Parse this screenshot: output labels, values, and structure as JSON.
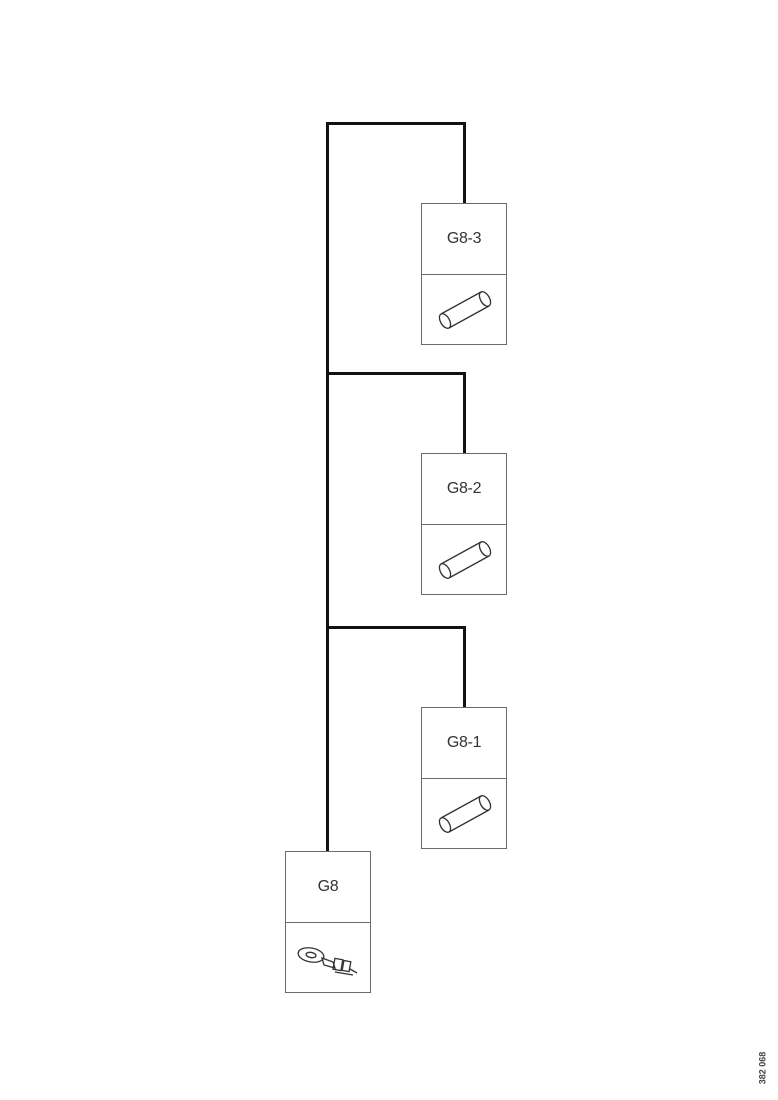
{
  "diagram": {
    "root": {
      "label": "G8",
      "icon": "ring-terminal-icon"
    },
    "branches": [
      {
        "label": "G8-3",
        "icon": "splice-sleeve-icon"
      },
      {
        "label": "G8-2",
        "icon": "splice-sleeve-icon"
      },
      {
        "label": "G8-1",
        "icon": "splice-sleeve-icon"
      }
    ],
    "doc_id": "382 068"
  },
  "colors": {
    "wire": "#111111",
    "box_border": "#6b6b6b",
    "text": "#333333"
  }
}
